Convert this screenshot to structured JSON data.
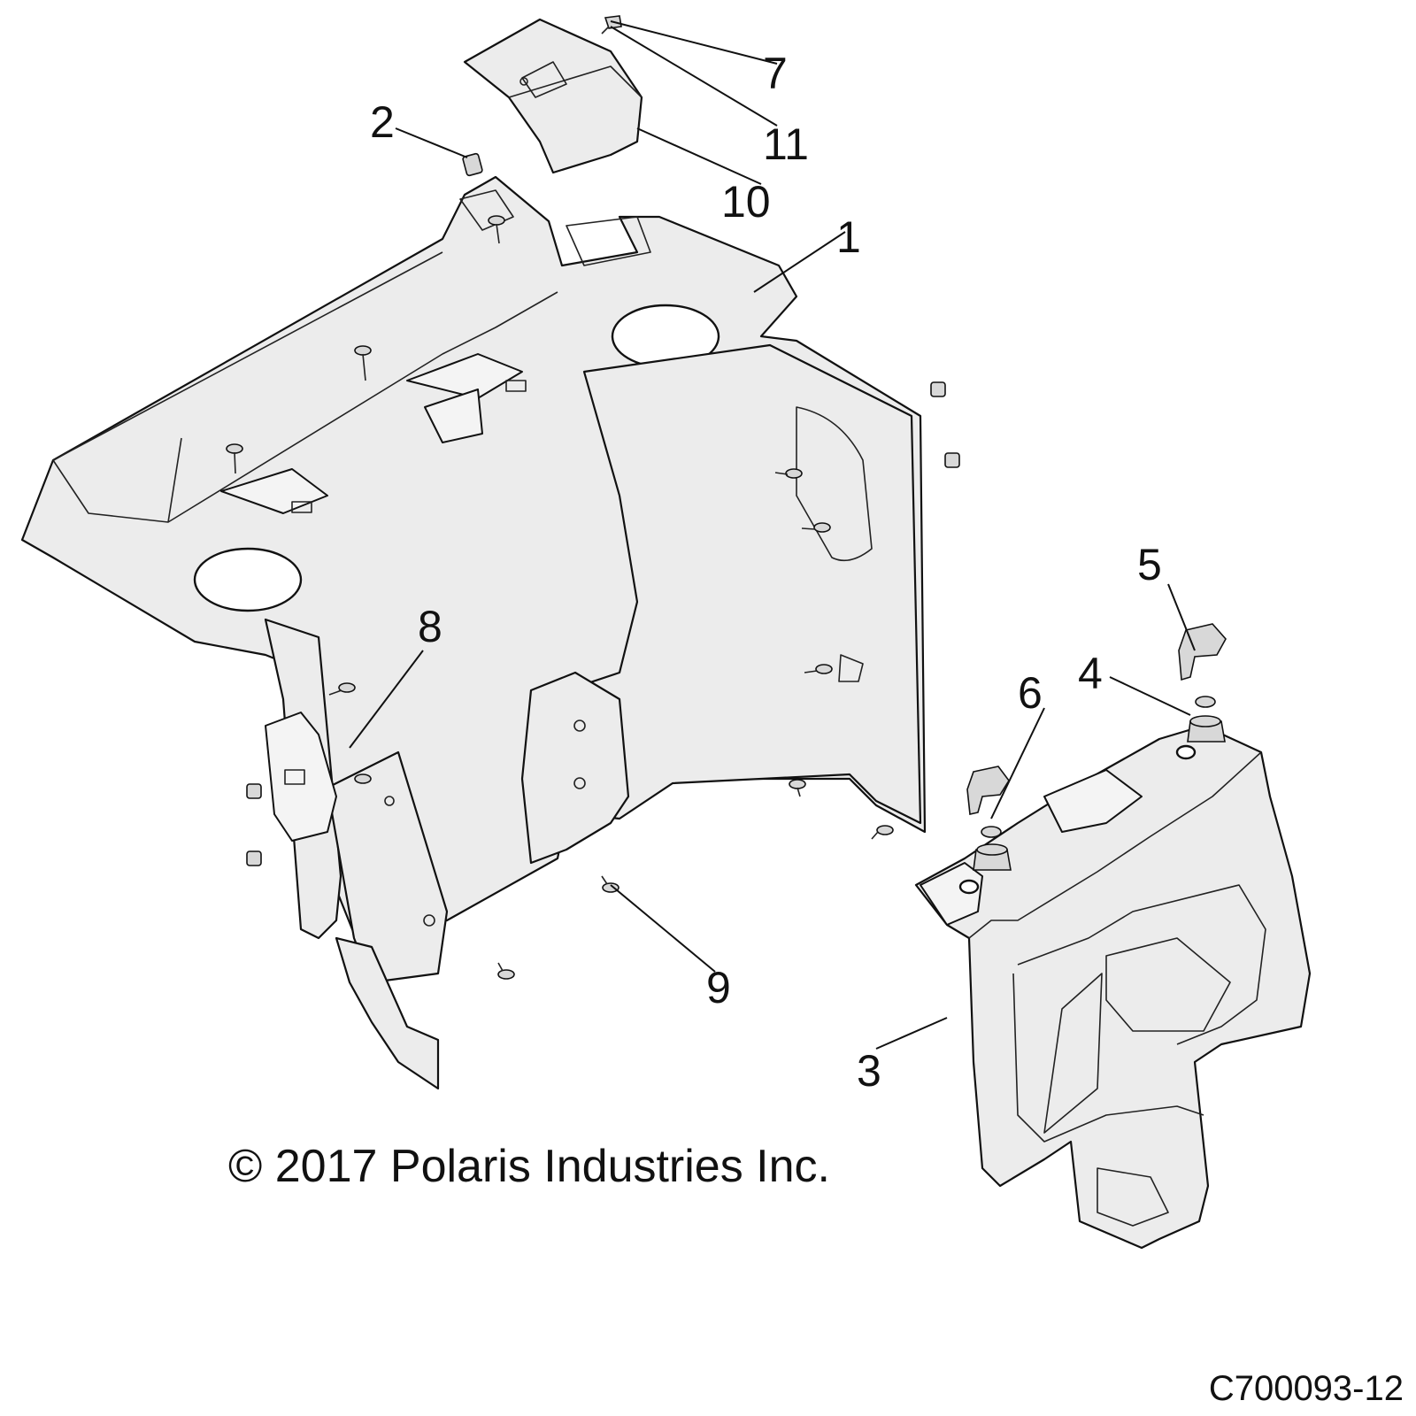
{
  "callouts": [
    {
      "id": "1",
      "label": "1"
    },
    {
      "id": "2",
      "label": "2"
    },
    {
      "id": "3",
      "label": "3"
    },
    {
      "id": "4",
      "label": "4"
    },
    {
      "id": "5",
      "label": "5"
    },
    {
      "id": "6",
      "label": "6"
    },
    {
      "id": "7",
      "label": "7"
    },
    {
      "id": "8",
      "label": "8"
    },
    {
      "id": "9",
      "label": "9"
    },
    {
      "id": "10",
      "label": "10"
    },
    {
      "id": "11",
      "label": "11"
    }
  ],
  "copyright": "© 2017 Polaris Industries Inc.",
  "drawing_number": "C700093-12"
}
